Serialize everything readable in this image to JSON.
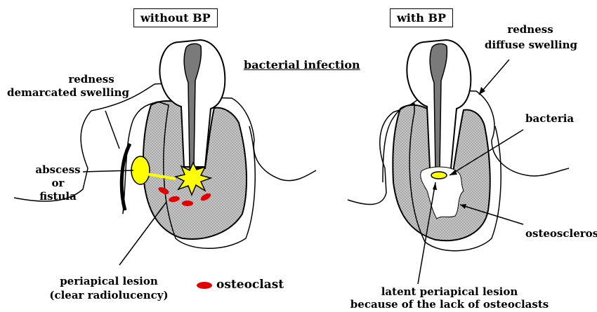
{
  "left_panel": {
    "title": "without BP",
    "label_redness": "redness",
    "label_swelling": "demarcated swelling",
    "label_abscess_1": "abscess",
    "label_abscess_2": "or",
    "label_abscess_3": "fistula",
    "label_lesion_1": "periapical lesion",
    "label_lesion_2": "(clear radiolucency)"
  },
  "center": {
    "label_infection": "bacterial infection",
    "legend_osteoclast": "osteoclast"
  },
  "right_panel": {
    "title": "with BP",
    "label_redness": "redness",
    "label_swelling": "diffuse swelling",
    "label_bacteria": "bacteria",
    "label_osteosclerosis": "osteosclerosis",
    "label_latent_1": "latent periapical lesion",
    "label_latent_2": "because of the lack of osteoclasts"
  },
  "colors": {
    "bone_fill": "#c8c8c8",
    "pulp_fill": "#7a7a7a",
    "infection": "#ffff00",
    "osteoclast": "#e00000"
  }
}
